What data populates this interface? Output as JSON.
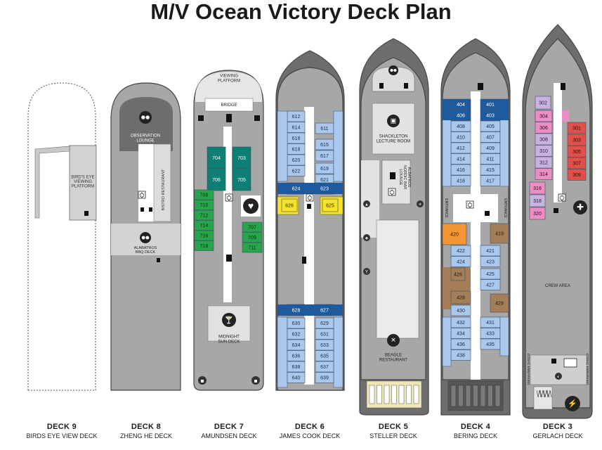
{
  "title": "M/V Ocean Victory Deck Plan",
  "colors": {
    "hull_gray": "#a7a7a7",
    "dark_gray": "#6d6d6d",
    "light_gray": "#d3d3d3",
    "cabin_blue": "#a9c8ec",
    "dark_blue": "#1e5aa0",
    "teal": "#0f7f76",
    "green": "#28a54a",
    "yellow": "#f6e32a",
    "red": "#e1504a",
    "pink": "#ec8ec3",
    "lavender": "#c9b2df",
    "orange": "#f39531",
    "brown": "#a37e59",
    "cream": "#eee7b7",
    "outline": "#444444"
  },
  "icons": [
    "binoculars-icon",
    "heart-icon",
    "cocktail-icon",
    "presentation-icon",
    "dining-icon",
    "exit-icon",
    "elevator-icon",
    "medical-cross-icon",
    "life-ring-icon",
    "cup-icon",
    "stairs-icon"
  ],
  "decks": [
    {
      "number_label": "DECK",
      "number": "9",
      "name": "BIRDS EYE VIEW DECK",
      "areas": {
        "platform": "BIRD'S EYE\nVIEWING\nPLATFORM"
      }
    },
    {
      "number_label": "DECK",
      "number": "8",
      "name": "ZHENG HE DECK",
      "areas": {
        "lounge": "OBSERVATION\nLOUNGE",
        "bistro": "BISTRO RESTAURANT",
        "bbq": "ALABATROS\nBBQ DECK"
      }
    },
    {
      "number_label": "DECK",
      "number": "7",
      "name": "AMUNDSEN DECK",
      "areas": {
        "viewing": "VIEWING\nPLATFORM",
        "bridge": "BRIDGE",
        "sundeck": "MIDNIGHT\nSUN DECK"
      },
      "cabins": [
        {
          "num": "704",
          "color": "teal"
        },
        {
          "num": "703",
          "color": "teal"
        },
        {
          "num": "706",
          "color": "teal"
        },
        {
          "num": "705",
          "color": "teal"
        },
        {
          "num": "708",
          "color": "green"
        },
        {
          "num": "710",
          "color": "green"
        },
        {
          "num": "712",
          "color": "green"
        },
        {
          "num": "714",
          "color": "green"
        },
        {
          "num": "716",
          "color": "green"
        },
        {
          "num": "718",
          "color": "green"
        },
        {
          "num": "707",
          "color": "green"
        },
        {
          "num": "709",
          "color": "green"
        },
        {
          "num": "711",
          "color": "green"
        }
      ]
    },
    {
      "number_label": "DECK",
      "number": "6",
      "name": "JAMES COOK DECK",
      "cabins": [
        {
          "num": "612",
          "color": "blue"
        },
        {
          "num": "614",
          "color": "blue"
        },
        {
          "num": "611",
          "color": "blue"
        },
        {
          "num": "616",
          "color": "blue"
        },
        {
          "num": "615",
          "color": "blue"
        },
        {
          "num": "618",
          "color": "blue"
        },
        {
          "num": "617",
          "color": "blue"
        },
        {
          "num": "620",
          "color": "blue"
        },
        {
          "num": "619",
          "color": "blue"
        },
        {
          "num": "622",
          "color": "blue"
        },
        {
          "num": "621",
          "color": "blue"
        },
        {
          "num": "624",
          "color": "darkblue"
        },
        {
          "num": "623",
          "color": "darkblue"
        },
        {
          "num": "626",
          "color": "yellow"
        },
        {
          "num": "625",
          "color": "yellow"
        },
        {
          "num": "628",
          "color": "darkblue"
        },
        {
          "num": "627",
          "color": "darkblue"
        },
        {
          "num": "630",
          "color": "blue"
        },
        {
          "num": "629",
          "color": "blue"
        },
        {
          "num": "632",
          "color": "blue"
        },
        {
          "num": "631",
          "color": "blue"
        },
        {
          "num": "634",
          "color": "blue"
        },
        {
          "num": "633",
          "color": "blue"
        },
        {
          "num": "636",
          "color": "blue"
        },
        {
          "num": "635",
          "color": "blue"
        },
        {
          "num": "638",
          "color": "blue"
        },
        {
          "num": "637",
          "color": "blue"
        },
        {
          "num": "640",
          "color": "blue"
        },
        {
          "num": "639",
          "color": "blue"
        }
      ]
    },
    {
      "number_label": "DECK",
      "number": "5",
      "name": "STELLER DECK",
      "areas": {
        "lecture": "SHACKLETON\nLECTURE ROOM",
        "nordic": "ALBATROS\nNORDIC BAR\nLOUNGE",
        "restaurant": "BEAGLE\nRESTAURANT"
      }
    },
    {
      "number_label": "DECK",
      "number": "4",
      "name": "BERING DECK",
      "areas": {
        "entrance": "ENTRANCE"
      },
      "cabins": [
        {
          "num": "404",
          "color": "darkblue"
        },
        {
          "num": "401",
          "color": "darkblue"
        },
        {
          "num": "406",
          "color": "darkblue"
        },
        {
          "num": "403",
          "color": "darkblue"
        },
        {
          "num": "408",
          "color": "blue"
        },
        {
          "num": "405",
          "color": "blue"
        },
        {
          "num": "410",
          "color": "blue"
        },
        {
          "num": "407",
          "color": "blue"
        },
        {
          "num": "412",
          "color": "blue"
        },
        {
          "num": "409",
          "color": "blue"
        },
        {
          "num": "414",
          "color": "blue"
        },
        {
          "num": "411",
          "color": "blue"
        },
        {
          "num": "416",
          "color": "blue"
        },
        {
          "num": "415",
          "color": "blue"
        },
        {
          "num": "418",
          "color": "blue"
        },
        {
          "num": "417",
          "color": "blue"
        },
        {
          "num": "420",
          "color": "orange"
        },
        {
          "num": "419",
          "color": "brown"
        },
        {
          "num": "422",
          "color": "blue"
        },
        {
          "num": "421",
          "color": "blue"
        },
        {
          "num": "424",
          "color": "blue"
        },
        {
          "num": "423",
          "color": "blue"
        },
        {
          "num": "426",
          "color": "brown"
        },
        {
          "num": "425",
          "color": "blue"
        },
        {
          "num": "427",
          "color": "blue"
        },
        {
          "num": "428",
          "color": "brown"
        },
        {
          "num": "429",
          "color": "brown"
        },
        {
          "num": "430",
          "color": "blue"
        },
        {
          "num": "432",
          "color": "blue"
        },
        {
          "num": "431",
          "color": "blue"
        },
        {
          "num": "434",
          "color": "blue"
        },
        {
          "num": "433",
          "color": "blue"
        },
        {
          "num": "436",
          "color": "blue"
        },
        {
          "num": "435",
          "color": "blue"
        },
        {
          "num": "438",
          "color": "blue"
        }
      ]
    },
    {
      "number_label": "DECK",
      "number": "3",
      "name": "GERLACH DECK",
      "areas": {
        "crew": "CREW AREA",
        "zodiac_left": "ZODIAC EMBARKING",
        "zodiac_right": "ZODIAC EMBARKING"
      },
      "cabins": [
        {
          "num": "302",
          "color": "lavender"
        },
        {
          "num": "304",
          "color": "pink"
        },
        {
          "num": "306",
          "color": "pink"
        },
        {
          "num": "301",
          "color": "red"
        },
        {
          "num": "308",
          "color": "lavender"
        },
        {
          "num": "303",
          "color": "red"
        },
        {
          "num": "310",
          "color": "lavender"
        },
        {
          "num": "305",
          "color": "red"
        },
        {
          "num": "312",
          "color": "lavender"
        },
        {
          "num": "307",
          "color": "red"
        },
        {
          "num": "314",
          "color": "pink"
        },
        {
          "num": "309",
          "color": "red"
        },
        {
          "num": "316",
          "color": "pink"
        },
        {
          "num": "318",
          "color": "lavender"
        },
        {
          "num": "320",
          "color": "pink"
        }
      ]
    }
  ]
}
